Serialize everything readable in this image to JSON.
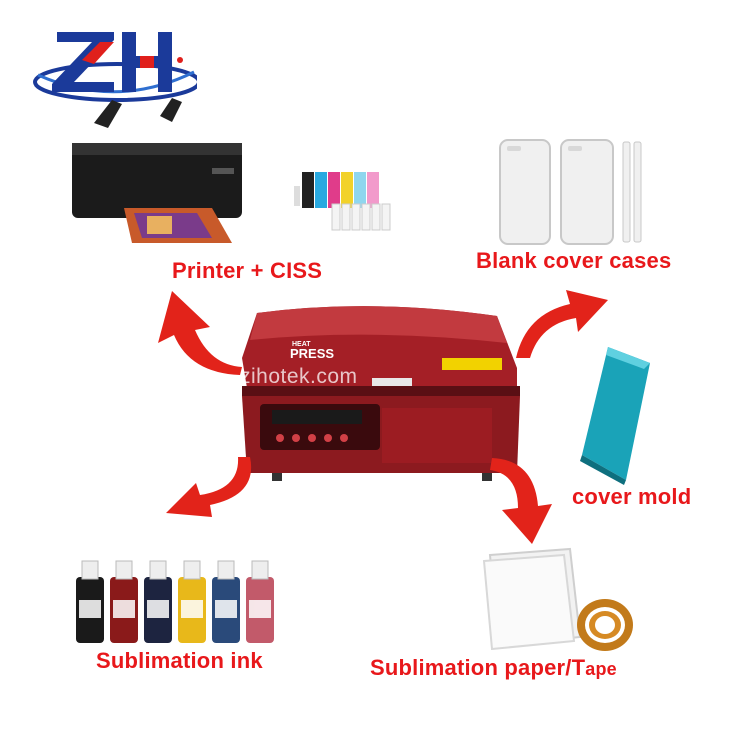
{
  "logo": {
    "text": "ZH"
  },
  "labels": {
    "printer": "Printer + CISS",
    "blank_cases": "Blank cover cases",
    "cover_mold": "cover mold",
    "ink": "Sublimation ink",
    "paper_main": "Sublimation paper/T",
    "paper_tail": "ape"
  },
  "watermark": "zihotek.com",
  "machine": {
    "brand_line1": "HEAT",
    "brand_line2": "PRESS"
  },
  "colors": {
    "label_red": "#e8181b",
    "arrow_red": "#e2231a",
    "machine_red": "#9c1c22",
    "logo_blue": "#1b3a9a",
    "logo_red": "#e0201c",
    "mold_teal": "#1aa3b8"
  },
  "icons": [
    "logo-icon",
    "printer-icon",
    "ciss-icon",
    "phone-case-icon",
    "heat-press-icon",
    "cover-mold-icon",
    "ink-bottles-icon",
    "paper-icon",
    "tape-icon",
    "arrow-icon"
  ]
}
